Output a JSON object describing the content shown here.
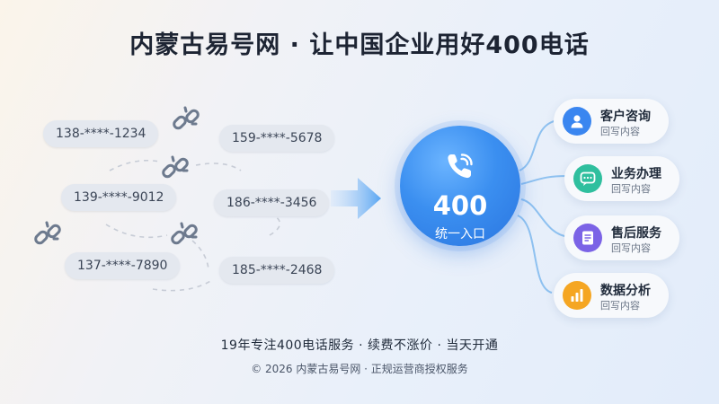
{
  "title": "内蒙古易号网 · 让中国企业用好400电话",
  "phone_numbers": [
    "138-****-1234",
    "159-****-5678",
    "139-****-9012",
    "186-****-3456",
    "137-****-7890",
    "185-****-2468"
  ],
  "hub": {
    "number": "400",
    "label": "统一入口",
    "icon": "phone-ringing-icon"
  },
  "services": [
    {
      "title": "客户咨询",
      "subtitle": "回写内容",
      "icon": "user-icon",
      "color": "#3a86f0"
    },
    {
      "title": "业务办理",
      "subtitle": "回写内容",
      "icon": "chat-bubble-icon",
      "color": "#2fbf9e"
    },
    {
      "title": "售后服务",
      "subtitle": "回写内容",
      "icon": "document-icon",
      "color": "#7b63e6"
    },
    {
      "title": "数据分析",
      "subtitle": "回写内容",
      "icon": "bar-chart-icon",
      "color": "#f5a623"
    }
  ],
  "tagline": "19年专注400电话服务 · 续费不涨价 · 当天开通",
  "footer": "© 2026 内蒙古易号网 · 正规运营商授权服务",
  "colors": {
    "accent": "#2f80ed",
    "line": "#8ec1f0",
    "chain": "#6d7a8e"
  }
}
